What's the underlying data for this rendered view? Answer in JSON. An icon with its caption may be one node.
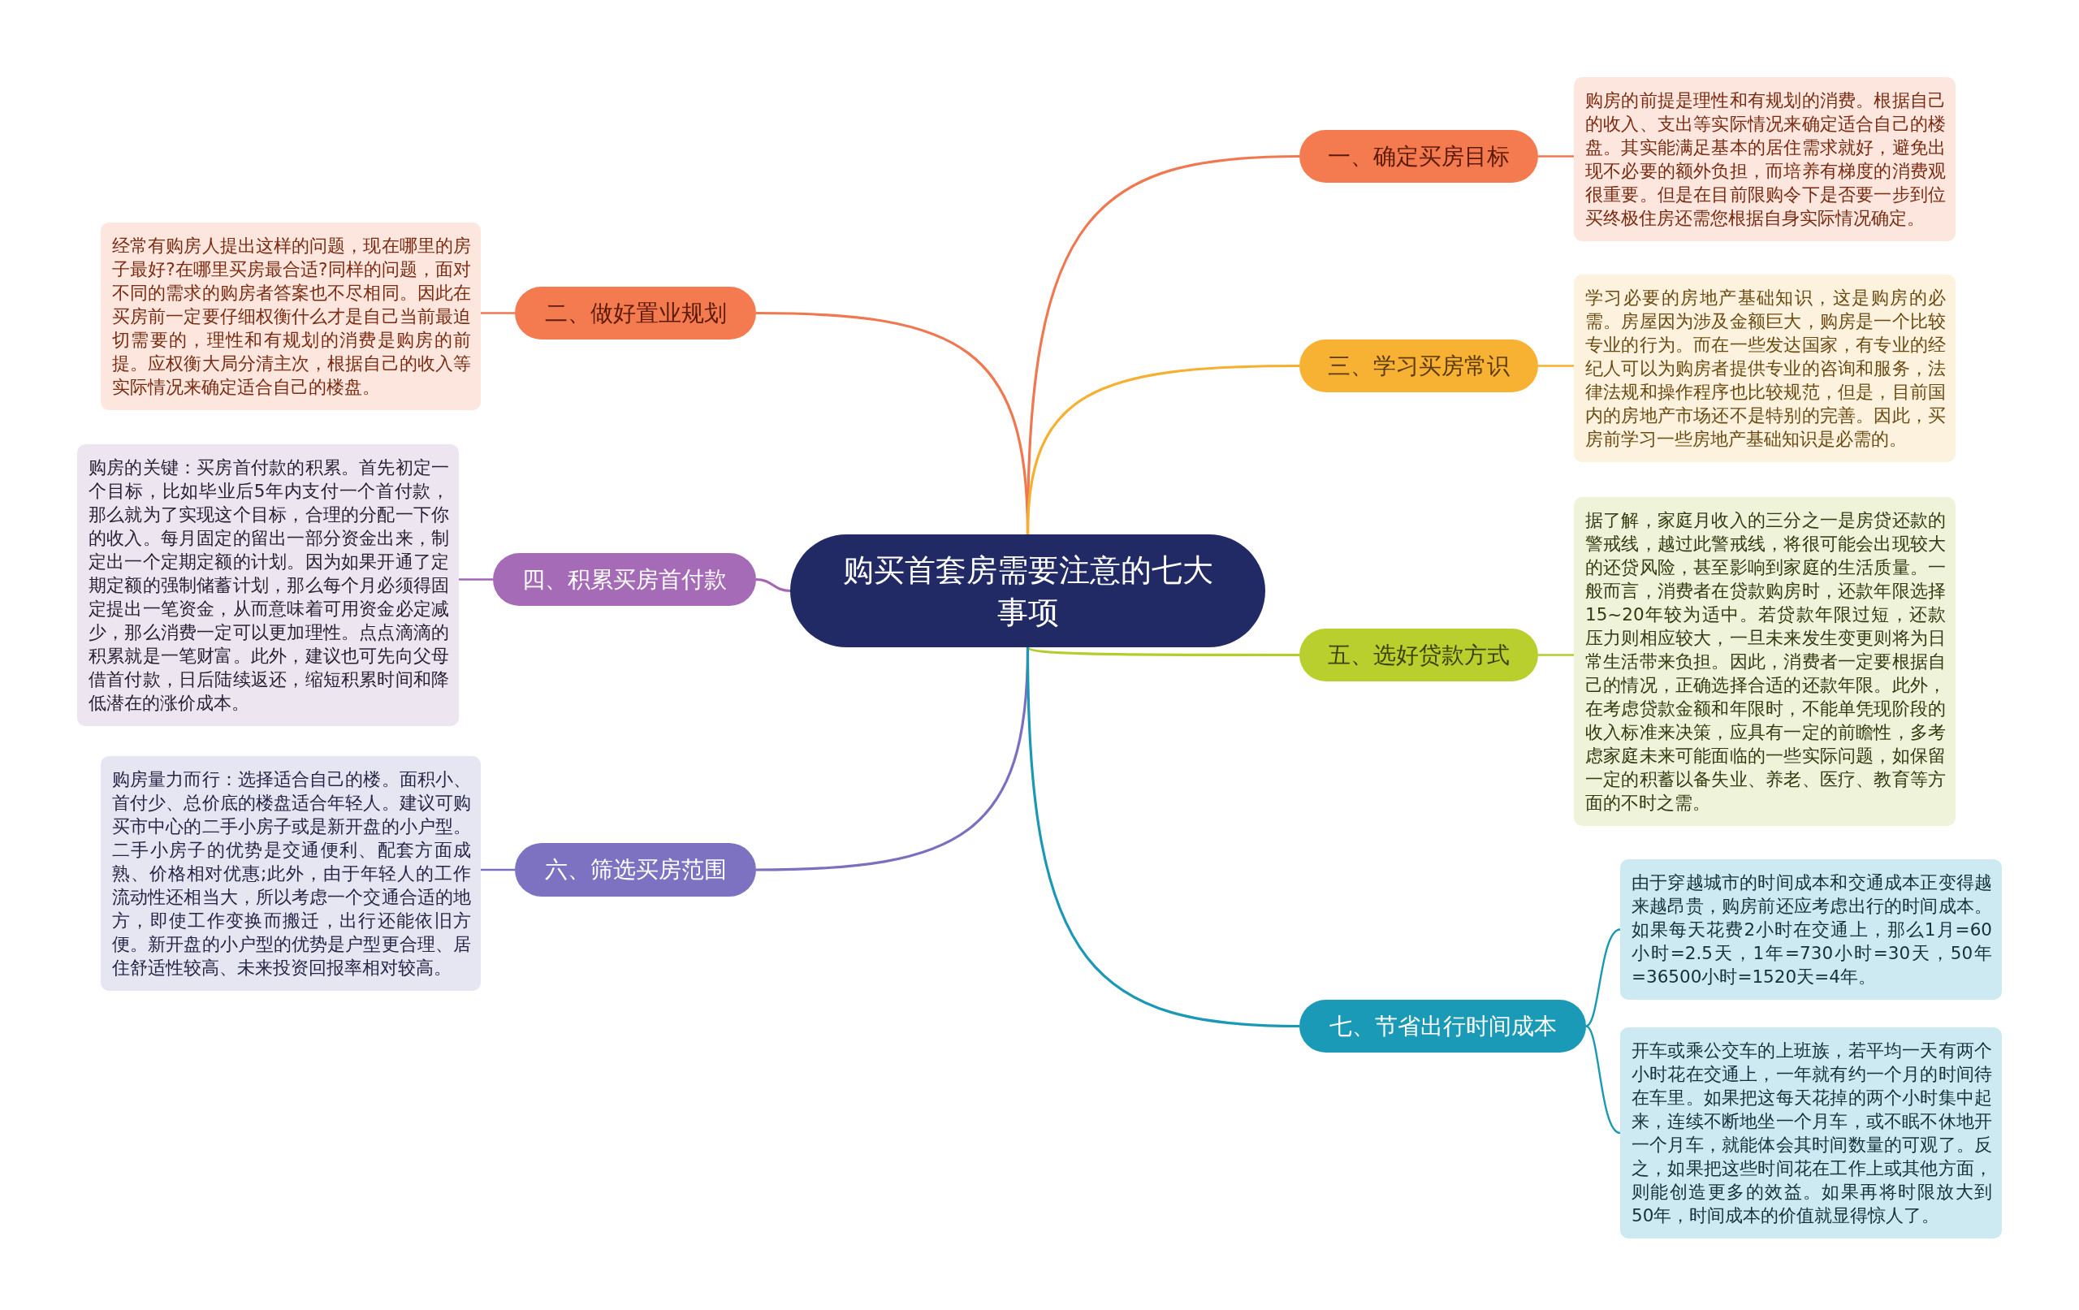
{
  "diagram": {
    "nodes": [
      {
        "text": [
          "购买首套房需要注意的七大事项"
        ]
      },
      {
        "text": [
          "一、确定买房目标"
        ]
      },
      {
        "text": [
          "购房的前提是理性和有规划的消费。根据自己的收入、支出等实际情况来确定适合自己的楼盘。其实能满足基本的居住需求就好，避免出现不必要的额外负担，而培养有梯度的消费观很重要。但是在目前限购令下是否要一步到位买终极住房还需您根据自身实际情况确定。"
        ]
      },
      {
        "text": [
          "二、做好置业规划"
        ]
      },
      {
        "text": [
          "经常有购房人提出这样的问题，现在哪里的房子最好?在哪里买房最合适?同样的问题，面对不同的需求的购房者答案也不尽相同。因此在买房前一定要仔细权衡什么才是自己当前最迫切需要的，理性和有规划的消费是购房的前提。应权衡大局分清主次，根据自己的收入等实际情况来确定适合自己的楼盘。"
        ]
      },
      {
        "text": [
          "三、学习买房常识"
        ]
      },
      {
        "text": [
          "学习必要的房地产基础知识，这是购房的必需。房屋因为涉及金额巨大，购房是一个比较专业的行为。而在一些发达国家，有专业的经纪人可以为购房者提供专业的咨询和服务，法律法规和操作程序也比较规范，但是，目前国内的房地产市场还不是特别的完善。因此，买房前学习一些房地产基础知识是必需的。"
        ]
      },
      {
        "text": [
          "四、积累买房首付款"
        ]
      },
      {
        "text": [
          "购房的关键：买房首付款的积累。首先初定一个目标，比如毕业后5年内支付一个首付款，那么就为了实现这个目标，合理的分配一下你的收入。每月固定的留出一部分资金出来，制定出一个定期定额的计划。因为如果开通了定期定额的强制储蓄计划，那么每个月必须得固定提出一笔资金，从而意味着可用资金必定减少，那么消费一定可以更加理性。点点滴滴的积累就是一笔财富。此外，建议也可先向父母借首付款，日后陆续返还，缩短积累时间和降低潜在的涨价成本。"
        ]
      },
      {
        "text": [
          "五、选好贷款方式"
        ]
      },
      {
        "text": [
          "据了解，家庭月收入的三分之一是房贷还款的警戒线，越过此警戒线，将很可能会出现较大的还贷风险，甚至影响到家庭的生活质量。一般而言，消费者在贷款购房时，还款年限选择15~20年较为适中。若贷款年限过短，还款压力则相应较大，一旦未来发生变更则将为日常生活带来负担。因此，消费者一定要根据自己的情况，正确选择合适的还款年限。此外，在考虑贷款金额和年限时，不能单凭现阶段的收入标准来决策，应具有一定的前瞻性，多考虑家庭未来可能面临的一些实际问题，如保留一定的积蓄以备失业、养老、医疗、教育等方面的不时之需。"
        ]
      },
      {
        "text": [
          "六、筛选买房范围"
        ]
      },
      {
        "text": [
          "购房量力而行：选择适合自己的楼。面积小、首付少、总价底的楼盘适合年轻人。建议可购买市中心的二手小房子或是新开盘的小户型。二手小房子的优势是交通便利、配套方面成熟、价格相对优惠;此外，由于年轻人的工作流动性还相当大，所以考虑一个交通合适的地方，即使工作变换而搬迁，出行还能依旧方便。新开盘的小户型的优势是户型更合理、居住舒适性较高、未来投资回报率相对较高。"
        ]
      },
      {
        "text": [
          "七、节省出行时间成本"
        ]
      },
      {
        "text": [
          "由于穿越城市的时间成本和交通成本正变得越来越昂贵，购房前还应考虑出行的时间成本。如果每天花费2小时在交通上，那么1月=60小时=2.5天，1年=730小时=30天，50年=36500小时=1520天=4年。"
        ]
      },
      {
        "text": [
          "开车或乘公交车的上班族，若平均一天有两个小时花在交通上，一年就有约一个月的时间待在车里。如果把这每天花掉的两个小时集中起来，连续不断地坐一个月车，或不眠不休地开一个月车，就能体会其时间数量的可观了。反之，如果把这些时间花在工作上或其他方面，则能创造更多的效益。如果再将时限放大到50年，时间成本的价值就显得惊人了。"
        ]
      }
    ],
    "edges": [
      {
        "from": 0,
        "to": 1,
        "arrow": "none",
        "color": "#f07850"
      },
      {
        "from": 1,
        "to": 2,
        "arrow": "none",
        "color": "#f07850"
      },
      {
        "from": 0,
        "to": 3,
        "arrow": "none",
        "color": "#f07850"
      },
      {
        "from": 3,
        "to": 4,
        "arrow": "none",
        "color": "#f07850"
      },
      {
        "from": 0,
        "to": 5,
        "arrow": "none",
        "color": "#f5b030"
      },
      {
        "from": 5,
        "to": 6,
        "arrow": "none",
        "color": "#f5b030"
      },
      {
        "from": 0,
        "to": 7,
        "arrow": "none",
        "color": "#a565b5"
      },
      {
        "from": 7,
        "to": 8,
        "arrow": "none",
        "color": "#a565b5"
      },
      {
        "from": 0,
        "to": 9,
        "arrow": "none",
        "color": "#b5cc2a"
      },
      {
        "from": 9,
        "to": 10,
        "arrow": "none",
        "color": "#b5cc2a"
      },
      {
        "from": 0,
        "to": 11,
        "arrow": "none",
        "color": "#7a70c0"
      },
      {
        "from": 11,
        "to": 12,
        "arrow": "none",
        "color": "#7a70c0"
      },
      {
        "from": 0,
        "to": 13,
        "arrow": "none",
        "color": "#1a98b5"
      },
      {
        "from": 13,
        "to": 14,
        "arrow": "none",
        "color": "#1a98b5"
      },
      {
        "from": 13,
        "to": 15,
        "arrow": "none",
        "color": "#1a98b5"
      }
    ]
  }
}
